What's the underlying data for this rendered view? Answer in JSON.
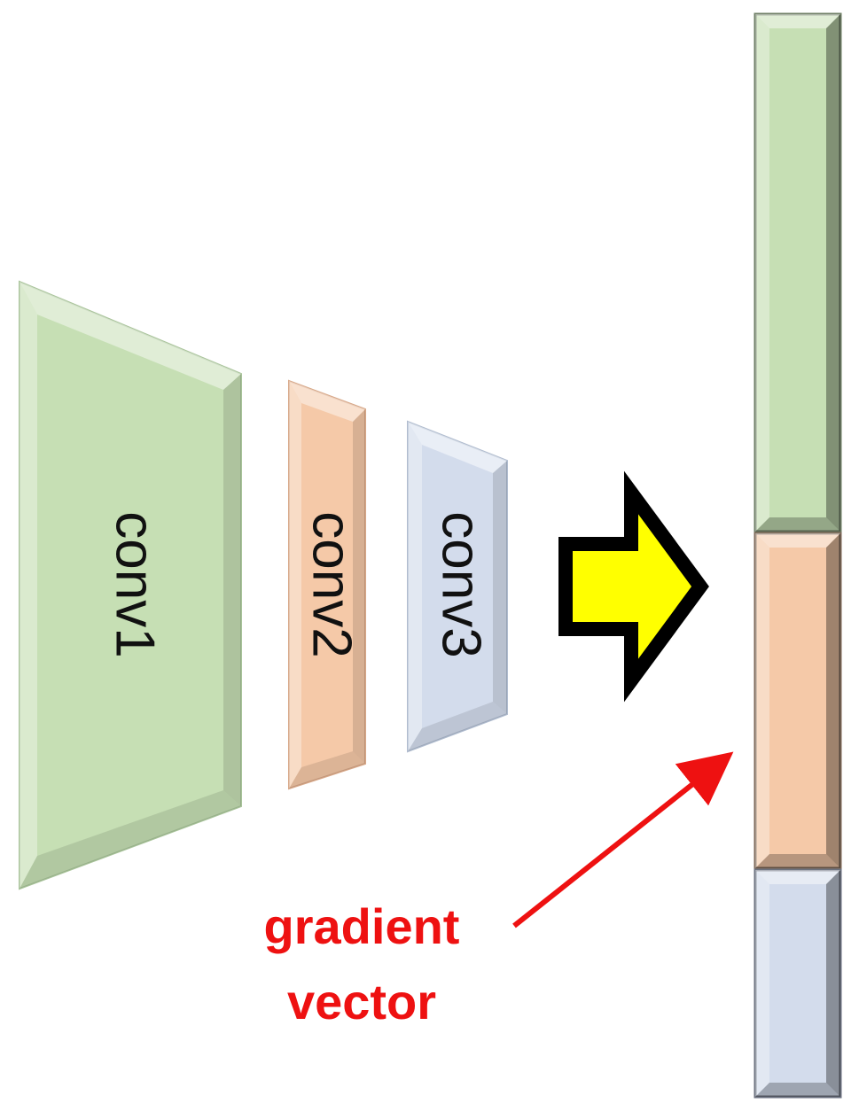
{
  "layers": [
    {
      "label": "conv1",
      "color": "#c6dfb4"
    },
    {
      "label": "conv2",
      "color": "#f5c9a8"
    },
    {
      "label": "conv3",
      "color": "#d3dcec"
    }
  ],
  "annotation": {
    "line1": "gradient",
    "line2": "vector",
    "color": "#ee1111"
  },
  "arrow": {
    "fill": "#ffff00",
    "outline": "#000000"
  },
  "vector_segments": [
    {
      "layer": "conv1",
      "color": "#c6dfb4"
    },
    {
      "layer": "conv2",
      "color": "#f5c9a8"
    },
    {
      "layer": "conv3",
      "color": "#d3dcec"
    }
  ]
}
